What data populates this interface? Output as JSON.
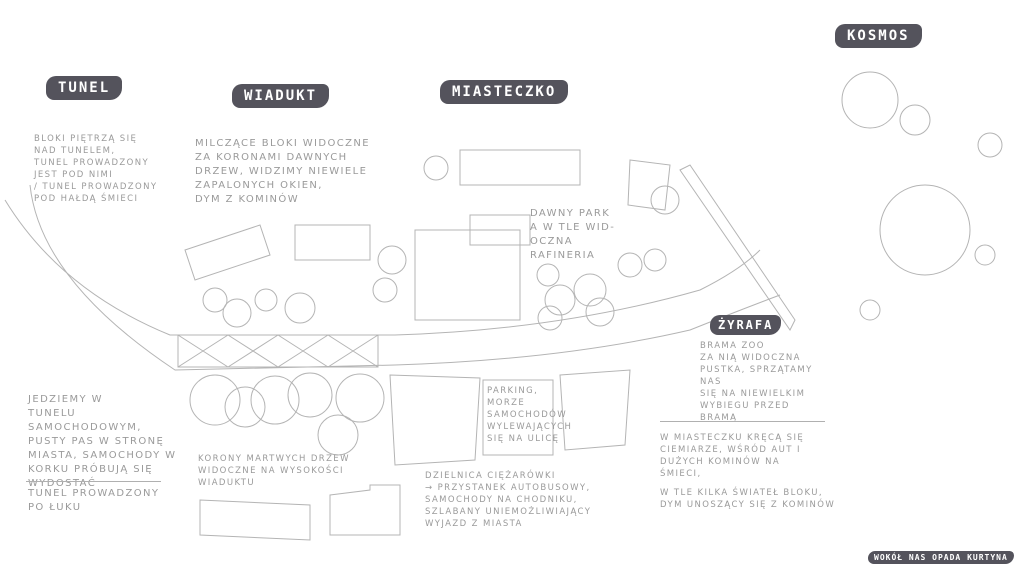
{
  "labels": {
    "tunel": "TUNEL",
    "wiadukt": "WIADUKT",
    "miasteczko": "MIASTECZKO",
    "kosmos": "KOSMOS",
    "zyrafa": "ŻYRAFA",
    "kurtyna": "WOKÓŁ NAS OPADA KURTYNA"
  },
  "notes": {
    "tunel_top": "BLOKI PIĘTRZĄ SIĘ\nNAD TUNELEM,\nTUNEL PROWADZONY\nJEST POD NIMI\n/ TUNEL PROWADZONY\nPOD HAŁDĄ ŚMIECI",
    "wiadukt_top": "MILCZĄCE BLOKI WIDOCZNE\nZA KORONAMI DAWNYCH\nDRZEW, WIDZIMY NIEWIELE\nZAPALONYCH OKIEN,\nDYM Z KOMINÓW",
    "tunel_bottom": "JEDZIEMY W\nTUNELU SAMOCHODOWYM,\nPUSTY PAS W STRONĘ\nMIASTA, SAMOCHODY W\nKORKU PRÓBUJĄ SIĘ\nWYDOSTAĆ",
    "tunel_arc": "TUNEL PROWADZONY\nPO ŁUKU",
    "wiadukt_bottom": "KORONY MARTWYCH DRZEW\nWIDOCZNE NA WYSOKOŚCI\nWIADUKTU",
    "park": "DAWNY PARK\nA W TLE WID-\nOCZNA RAFINERIA",
    "parking": "PARKING,\nMORZE\nSAMOCHODÓW\nWYLEWAJĄCYCH\nSIĘ NA ULICĘ",
    "dzielnica": "DZIELNICA CIĘŻARÓWKI\n→ PRZYSTANEK AUTOBUSOWY,\nSAMOCHODY NA CHODNIKU,\nSZLABANY UNIEMOŻLIWIAJĄCY\nWYJAZD Z MIASTA",
    "zyrafa": "BRAMA ZOO\nZA NIĄ WIDOCZNA\nPUSTKA, SPRZĄTAMY NAS\nSIĘ NA NIEWIELKIM\nWYBIEGU PRZED BRAMĄ",
    "miasteczko1": "W MIASTECZKU KRĘCĄ SIĘ\nCIEMIARZE, WŚRÓD AUT I\nDUŻYCH KOMINÓW NA\nŚMIECI,",
    "miasteczko2": "W TLE KILKA ŚWIATEŁ BLOKU,\nDYM UNOSZĄCY SIĘ Z KOMINÓW"
  }
}
